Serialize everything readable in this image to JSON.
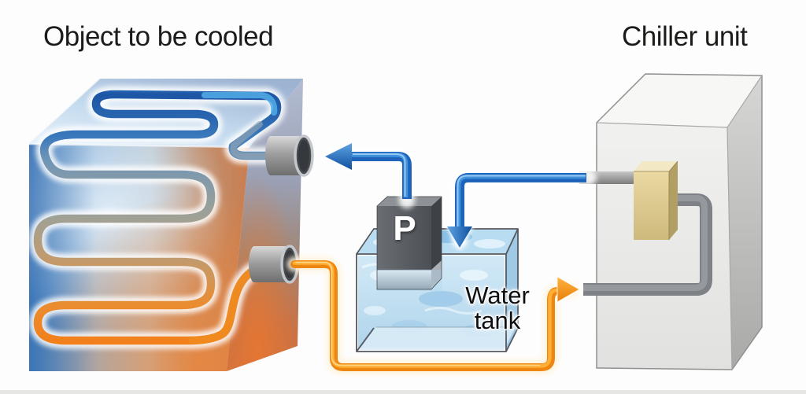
{
  "labels": {
    "object": "Object to be cooled",
    "chiller": "Chiller unit",
    "tank": "Water tank",
    "pump": "P"
  },
  "colors": {
    "cold_flow_blue": "#1d64ba",
    "warm_flow_orange": "#ee8612",
    "coil_cold_blue": "#1d55a5",
    "coil_warm_orange": "#f47c15",
    "water_blue": "#c6e2f4",
    "chiller_gray": "#ececea",
    "pump_gray": "#565a5f",
    "port_tan": "#d9c98e"
  },
  "icons": {
    "cold_to_object": "arrow-left-icon",
    "cold_to_tank": "arrow-down-icon",
    "warm_to_chiller": "arrow-right-icon"
  }
}
